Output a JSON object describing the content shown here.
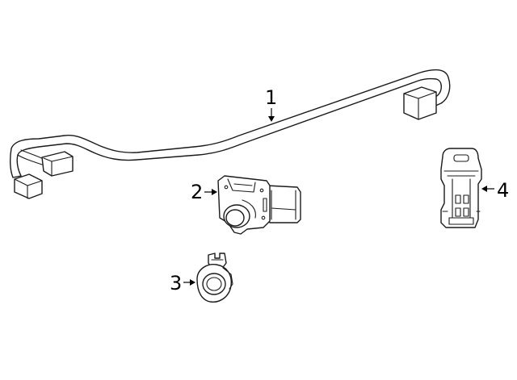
{
  "diagram": {
    "callouts": [
      {
        "id": "1",
        "label": "1"
      },
      {
        "id": "2",
        "label": "2"
      },
      {
        "id": "3",
        "label": "3"
      },
      {
        "id": "4",
        "label": "4"
      }
    ],
    "colors": {
      "line": "#1a1a1a",
      "background": "#ffffff"
    }
  }
}
